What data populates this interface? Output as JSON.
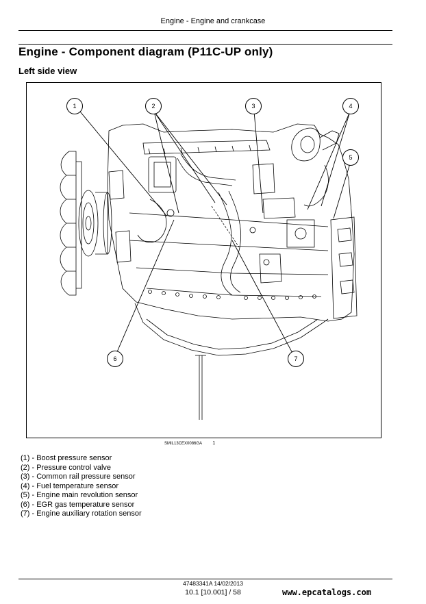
{
  "header": {
    "running_title": "Engine - Engine and crankcase"
  },
  "page": {
    "title": "Engine - Component diagram (P11C-UP only)",
    "section": "Left side view"
  },
  "figure": {
    "callouts": [
      "1",
      "2",
      "3",
      "4",
      "5",
      "6",
      "7"
    ],
    "image_code": "SMIL13CEX0086GA",
    "figure_number": "1"
  },
  "legend": [
    "(1) - Boost pressure sensor",
    "(2) - Pressure control valve",
    "(3) - Common rail pressure sensor",
    "(4) - Fuel temperature sensor",
    "(5) - Engine main revolution sensor",
    "(6) - EGR gas temperature sensor",
    "(7) - Engine auxiliary rotation sensor"
  ],
  "footer": {
    "doc_ref": "47483341A 14/02/2013",
    "page_ref": "10.1 [10.001] / 58",
    "watermark": "www.epcatalogs.com"
  }
}
